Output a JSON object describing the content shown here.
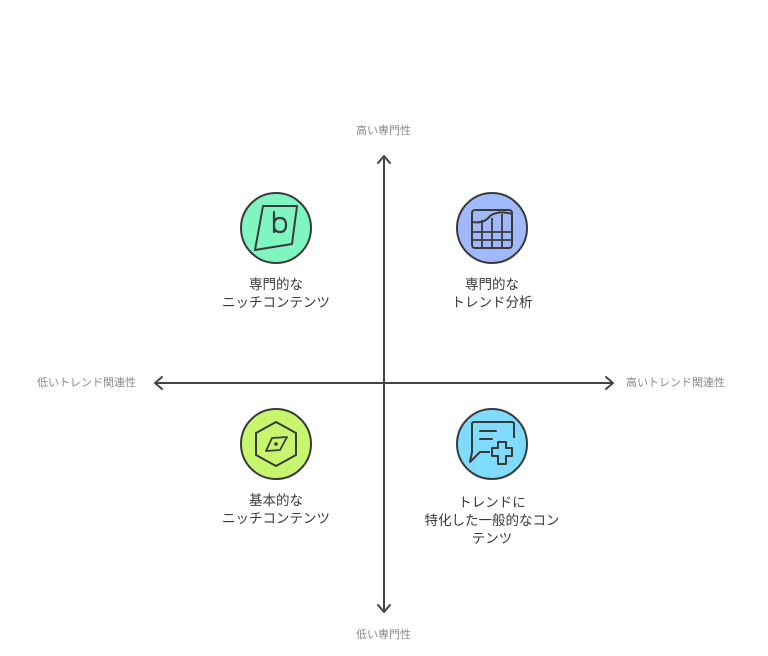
{
  "axes": {
    "top": "高い専門性",
    "bottom": "低い専門性",
    "left": "低いトレンド関連性",
    "right": "高いトレンド関連性"
  },
  "quadrants": [
    {
      "lines": [
        "専門的な",
        "ニッチコンテンツ"
      ],
      "icon": "bing-logo-icon",
      "color": "#7ff5c1"
    },
    {
      "lines": [
        "専門的な",
        "トレンド分析"
      ],
      "icon": "table-chart-icon",
      "color": "#9fb9fb"
    },
    {
      "lines": [
        "基本的な",
        "ニッチコンテンツ"
      ],
      "icon": "compass-icon",
      "color": "#c8f56e"
    },
    {
      "lines": [
        "トレンドに",
        "特化した一般的なコン",
        "テンツ"
      ],
      "icon": "chat-plus-icon",
      "color": "#7fdcff"
    }
  ],
  "colors": {
    "axis": "#444444",
    "stroke": "#3a3a3a"
  }
}
